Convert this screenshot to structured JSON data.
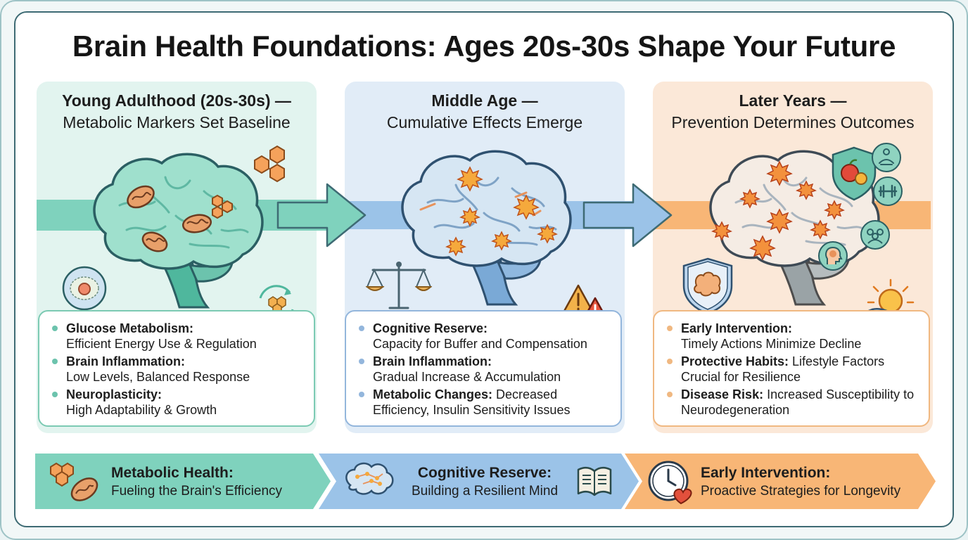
{
  "title": "Brain Health Foundations: Ages 20s-30s Shape Your Future",
  "colors": {
    "teal": "#7fd2bd",
    "blue": "#9bc3e8",
    "orange": "#f8b676",
    "dark_outline": "#3e6b74"
  },
  "stages": [
    {
      "title_bold": "Young Adulthood (20s-30s) —",
      "title_sub": "Metabolic Markers Set Baseline",
      "items": [
        {
          "label": "Glucose Metabolism:",
          "text": "Efficient Energy Use & Regulation"
        },
        {
          "label": "Brain Inflammation:",
          "text": "Low Levels, Balanced Response"
        },
        {
          "label": "Neuroplasticity:",
          "text": "High Adaptability & Growth"
        }
      ]
    },
    {
      "title_bold": "Middle Age —",
      "title_sub": "Cumulative Effects Emerge",
      "items": [
        {
          "label": "Cognitive Reserve:",
          "text": "Capacity for Buffer and Compensation"
        },
        {
          "label": "Brain Inflammation:",
          "text": "Gradual Increase & Accumulation"
        },
        {
          "label": "Metabolic Changes:",
          "text": " Decreased Efficiency, Insulin Sensitivity Issues"
        }
      ]
    },
    {
      "title_bold": "Later Years —",
      "title_sub": "Prevention Determines Outcomes",
      "items": [
        {
          "label": "Early Intervention:",
          "text": "Timely Actions Minimize Decline"
        },
        {
          "label": "Protective Habits:",
          "text": " Lifestyle Factors Crucial for Resilience"
        },
        {
          "label": "Disease Risk:",
          "text": " Increased Susceptibility to Neurodegeneration"
        }
      ]
    }
  ],
  "bands": [
    {
      "label": "Metabolic Health:",
      "text": "Fueling the Brain's Efficiency"
    },
    {
      "label": "Cognitive Reserve:",
      "text": "Building a Resilient Mind"
    },
    {
      "label": "Early Intervention:",
      "text": "Proactive Strategies for Longevity"
    }
  ]
}
